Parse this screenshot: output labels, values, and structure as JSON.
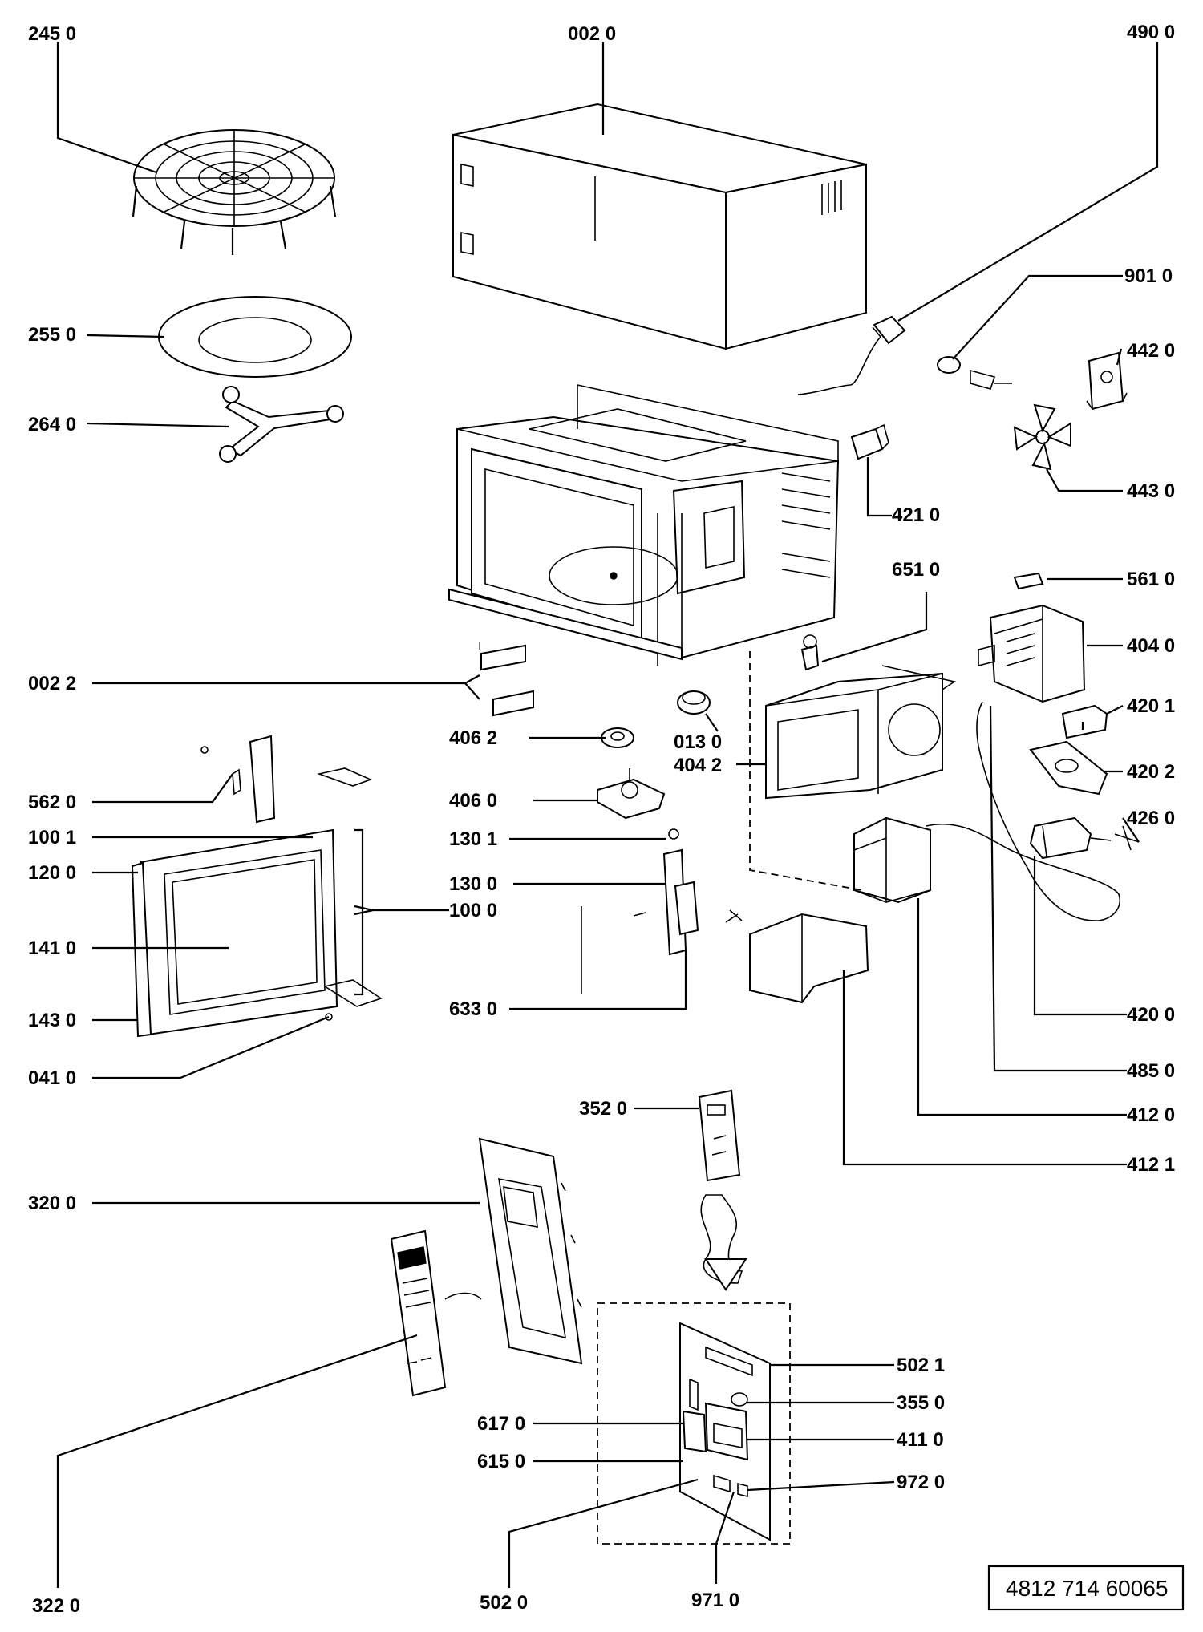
{
  "part_labels": [
    "245 0",
    "002 0",
    "490 0",
    "901 0",
    "442 0",
    "255 0",
    "264 0",
    "443 0",
    "421 0",
    "651 0",
    "561 0",
    "404 0",
    "420 1",
    "420 2",
    "426 0",
    "002 2",
    "406 2",
    "013 0",
    "404 2",
    "406 0",
    "562 0",
    "100 1",
    "130 1",
    "120 0",
    "130 0",
    "100 0",
    "141 0",
    "143 0",
    "633 0",
    "420 0",
    "041 0",
    "485 0",
    "352 0",
    "412 0",
    "412 1",
    "320 0",
    "502 1",
    "355 0",
    "617 0",
    "411 0",
    "615 0",
    "972 0",
    "322 0",
    "502 0",
    "971 0"
  ],
  "document_number": "4812 714 60065"
}
